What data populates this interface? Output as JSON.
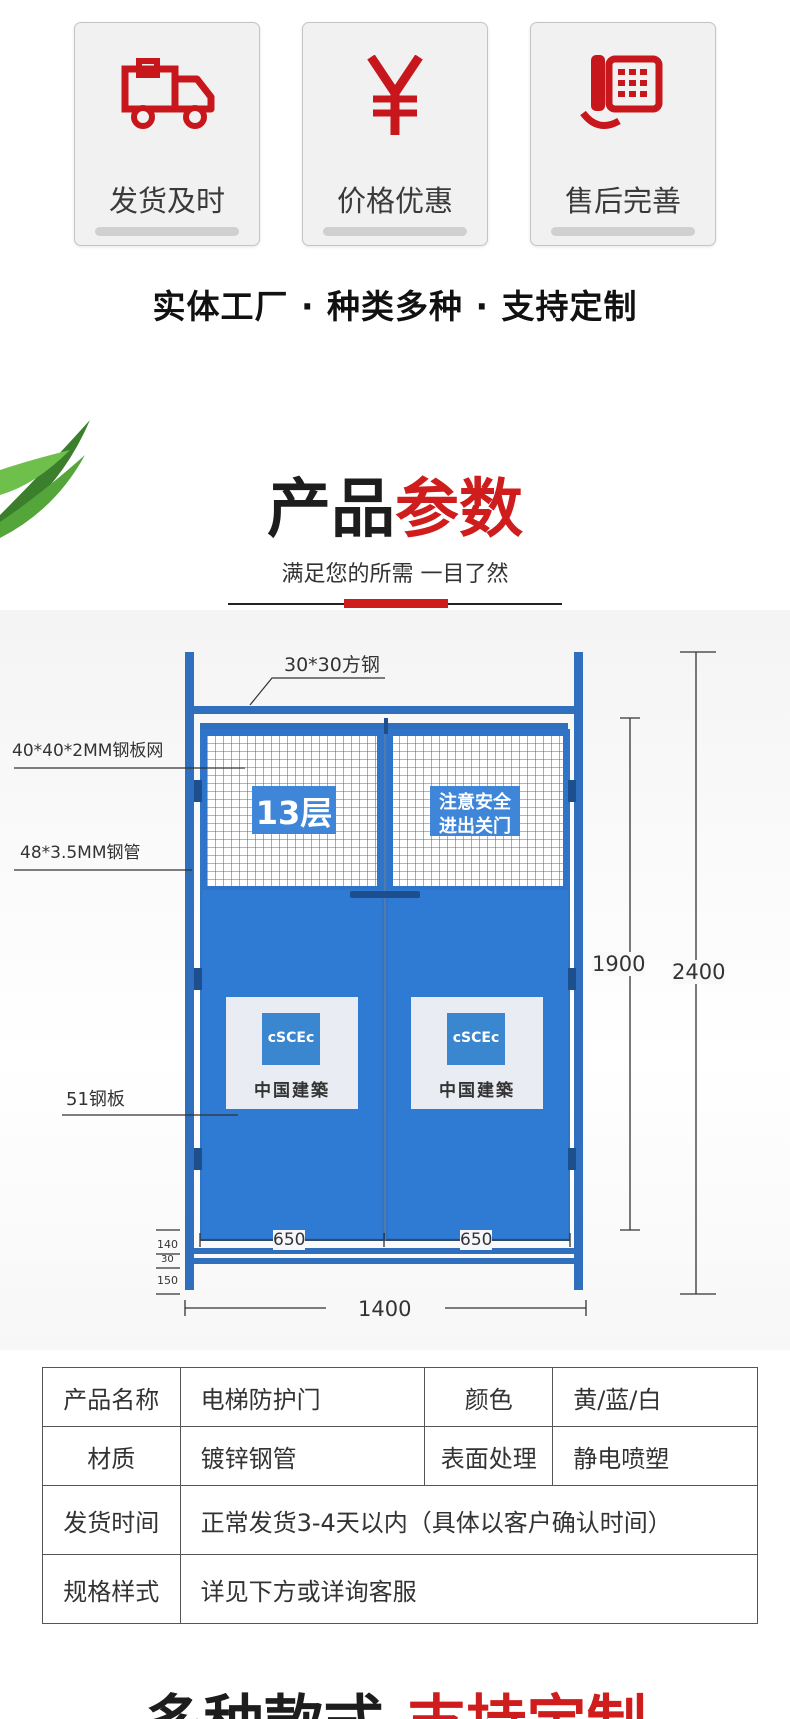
{
  "features": [
    {
      "label": "发货及时",
      "icon": "delivery-truck-icon"
    },
    {
      "label": "价格优惠",
      "icon": "yen-icon"
    },
    {
      "label": "售后完善",
      "icon": "telephone-icon"
    }
  ],
  "slogan": "实体工厂 · 种类多种 · 支持定制",
  "section": {
    "title_dark": "产品",
    "title_red": "参数",
    "subtitle": "满足您的所需 一目了然"
  },
  "drawing": {
    "labels": {
      "top_tube": "30*30方钢",
      "mesh": "40*40*2MM钢板网",
      "pipe": "48*3.5MM钢管",
      "plate": "51钢板"
    },
    "left_sign": "13层",
    "right_sign_line1": "注意安全",
    "right_sign_line2": "进出关门",
    "logo_text": "中国建築",
    "logo_mark": "cSCEc",
    "dims": {
      "height_inner": "1900",
      "height_total": "2400",
      "panel_left": "650",
      "panel_right": "650",
      "width_total": "1400",
      "h140": "140",
      "h30": "30",
      "h150": "150"
    },
    "colors": {
      "door_blue": "#2e74c9",
      "frame_blue": "#2f6fbe",
      "accent_red": "#cf1c1c"
    }
  },
  "table": {
    "r1": {
      "k1": "产品名称",
      "v1": "电梯防护门",
      "k2": "颜色",
      "v2": "黄/蓝/白"
    },
    "r2": {
      "k1": "材质",
      "v1": "镀锌钢管",
      "k2": "表面处理",
      "v2": "静电喷塑"
    },
    "r3": {
      "k": "发货时间",
      "v": "正常发货3-4天以内（具体以客户确认时间）"
    },
    "r4": {
      "k": "规格样式",
      "v": "详见下方或详询客服"
    }
  },
  "bottom_title": {
    "dark": "多种款式",
    "red": "支持定制"
  }
}
